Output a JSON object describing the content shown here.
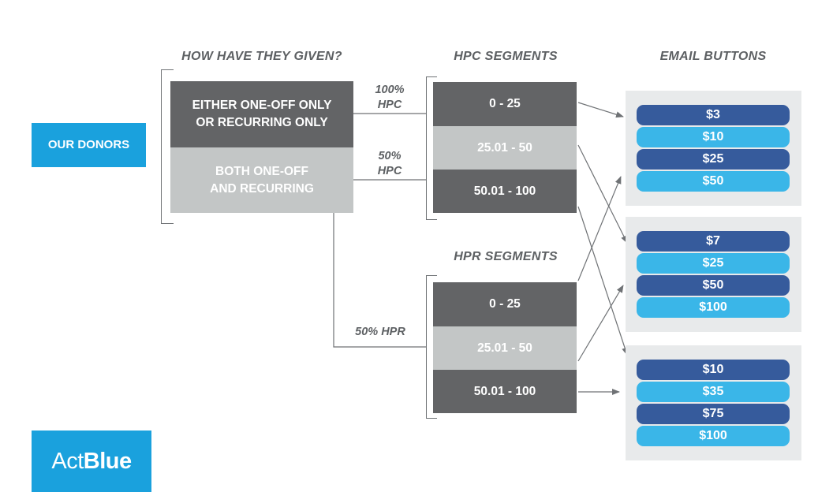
{
  "headings": {
    "how_given": "HOW HAVE THEY GIVEN?",
    "hpc_segments": "HPC SEGMENTS",
    "email_buttons": "EMAIL BUTTONS",
    "hpr_segments": "HPR SEGMENTS"
  },
  "donors_label": "OUR DONORS",
  "giving_types": {
    "single": [
      "EITHER ONE-OFF ONLY",
      "OR RECURRING ONLY"
    ],
    "both": [
      "BOTH ONE-OFF",
      "AND RECURRING"
    ]
  },
  "percent_labels": {
    "hpc_100": [
      "100%",
      "HPC"
    ],
    "hpc_50": [
      "50%",
      "HPC"
    ],
    "hpr_50": "50% HPR"
  },
  "hpc_segments": [
    "0 - 25",
    "25.01 - 50",
    "50.01 - 100"
  ],
  "hpr_segments": [
    "0 - 25",
    "25.01 - 50",
    "50.01 - 100"
  ],
  "email_button_groups": [
    [
      "$3",
      "$10",
      "$25",
      "$50"
    ],
    [
      "$7",
      "$25",
      "$50",
      "$100"
    ],
    [
      "$10",
      "$35",
      "$75",
      "$100"
    ]
  ],
  "logo": {
    "regular": "Act",
    "bold": "Blue"
  },
  "colors": {
    "navy_button": "#365b9c",
    "sky_button": "#3ab6e8",
    "brand_blue": "#1aa1dd",
    "dark_box": "#636466",
    "light_box": "#c3c6c6"
  }
}
